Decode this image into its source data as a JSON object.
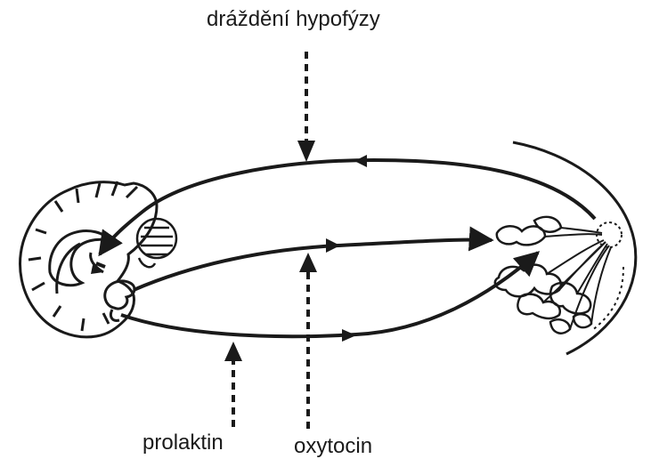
{
  "labels": {
    "stimulation": "dráždění hypofýzy",
    "prolactin": "prolaktin",
    "oxytocin": "oxytocin"
  },
  "colors": {
    "ink": "#1a1a1a",
    "background": "#ffffff"
  }
}
